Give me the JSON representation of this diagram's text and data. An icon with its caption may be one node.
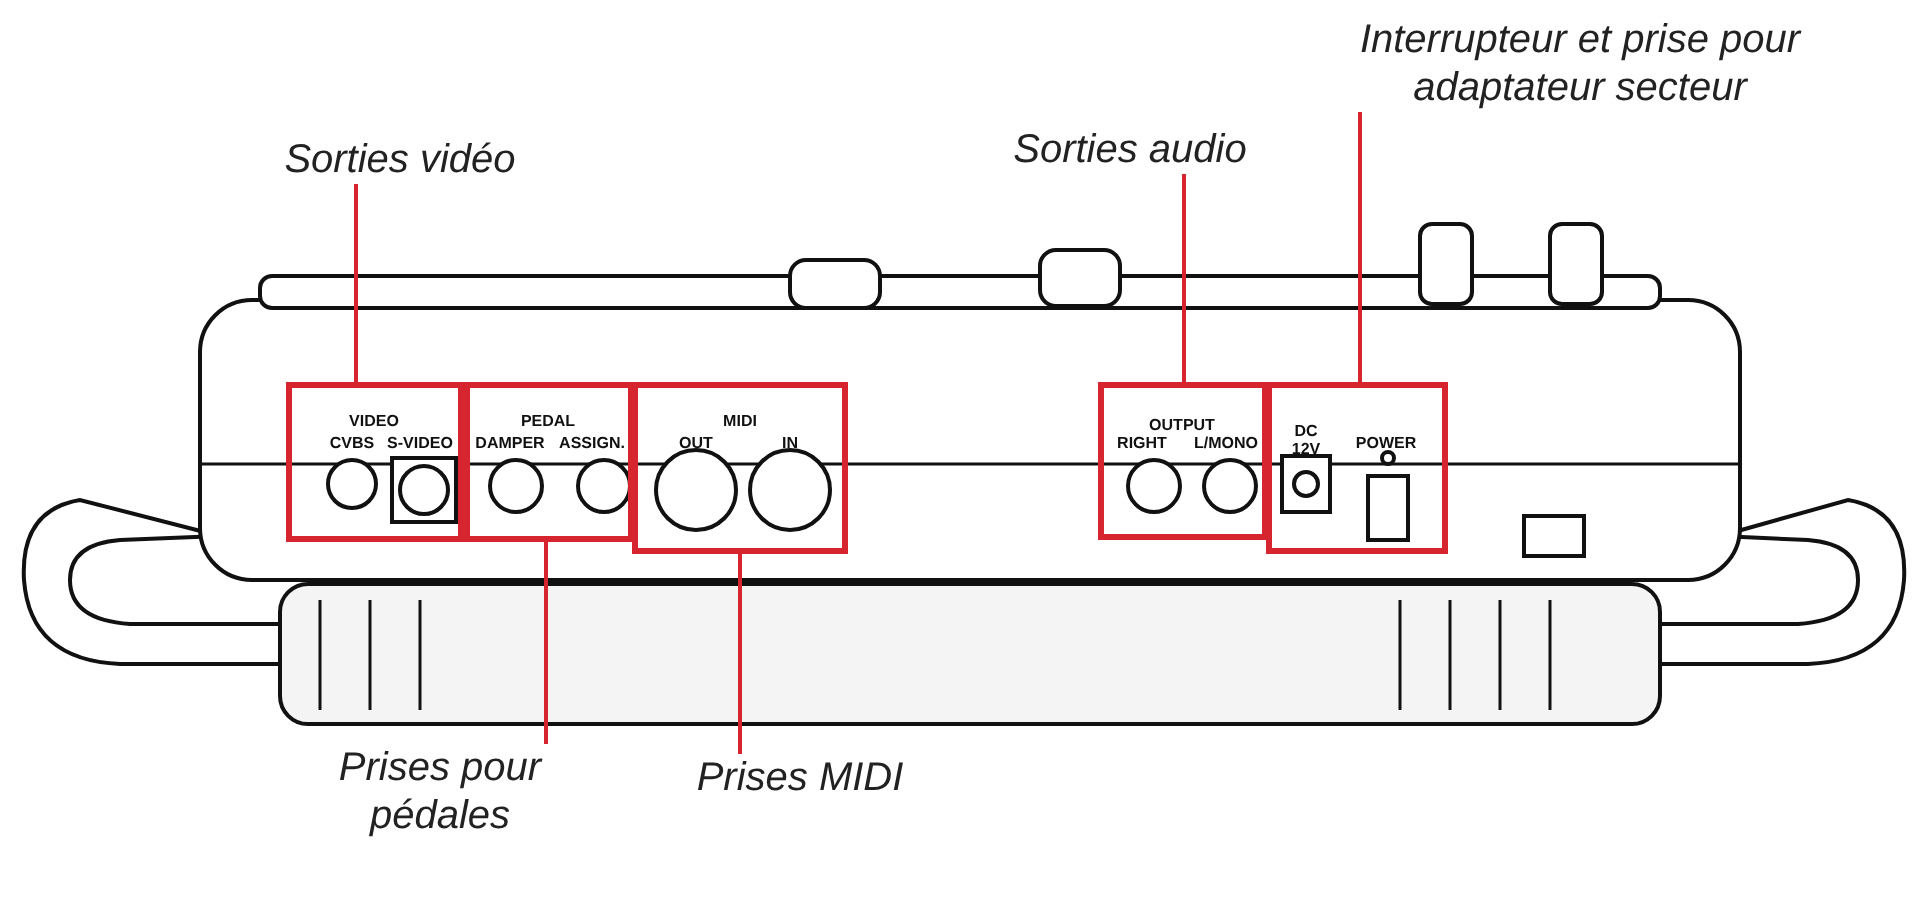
{
  "diagram": {
    "nodes": [
      {
        "text": [
          "Sorties vidéo"
        ]
      },
      {
        "text": [
          "Sorties audio"
        ]
      },
      {
        "text": [
          "Interrupteur et prise pour adaptateur secteur"
        ]
      },
      {
        "text": [],
        "shape": "box"
      },
      {
        "text": [],
        "shape": "box"
      },
      {
        "text": [],
        "shape": "box"
      },
      {
        "text": [],
        "shape": "box"
      },
      {
        "text": [],
        "shape": "box"
      },
      {
        "text": [
          "Prises pour pédales"
        ]
      },
      {
        "text": [
          "Prises MIDI"
        ]
      }
    ],
    "edges": [
      {
        "from": 0,
        "to": 3,
        "arrow": "none"
      },
      {
        "from": 1,
        "to": 6,
        "arrow": "none"
      },
      {
        "from": 2,
        "to": 7,
        "arrow": "none"
      },
      {
        "from": 8,
        "to": 4,
        "arrow": "none"
      },
      {
        "from": 9,
        "to": 5,
        "arrow": "none"
      }
    ],
    "labels": [
      "VIDEO",
      "CVBS",
      "S-VIDEO",
      "PEDAL",
      "DAMPER",
      "ASSIGN.",
      "MIDI",
      "OUT",
      "IN",
      "OUTPUT",
      "RIGHT",
      "L/MONO",
      "DC 12V",
      "POWER"
    ]
  }
}
